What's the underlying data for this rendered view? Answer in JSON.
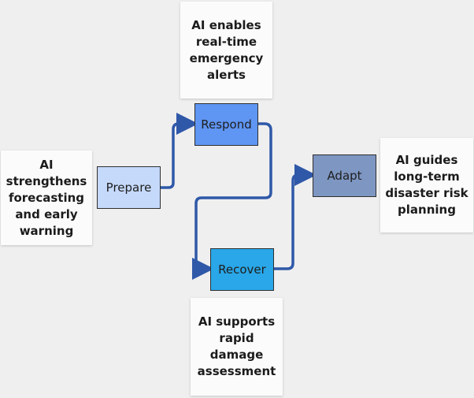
{
  "stages": {
    "prepare": {
      "label": "Prepare",
      "color": "#c5d9fb"
    },
    "respond": {
      "label": "Respond",
      "color": "#5f95f3"
    },
    "recover": {
      "label": "Recover",
      "color": "#29a7e8"
    },
    "adapt": {
      "label": "Adapt",
      "color": "#7e96c2"
    }
  },
  "notes": {
    "prepare": "AI\nstrengthens\nforecasting\nand early\nwarning",
    "respond": "AI enables\nreal-time\nemergency\nalerts",
    "recover": "AI supports\nrapid\ndamage\nassessment",
    "adapt": "AI guides\nlong-term\ndisaster risk\nplanning"
  },
  "connector_color": "#2f58a8"
}
